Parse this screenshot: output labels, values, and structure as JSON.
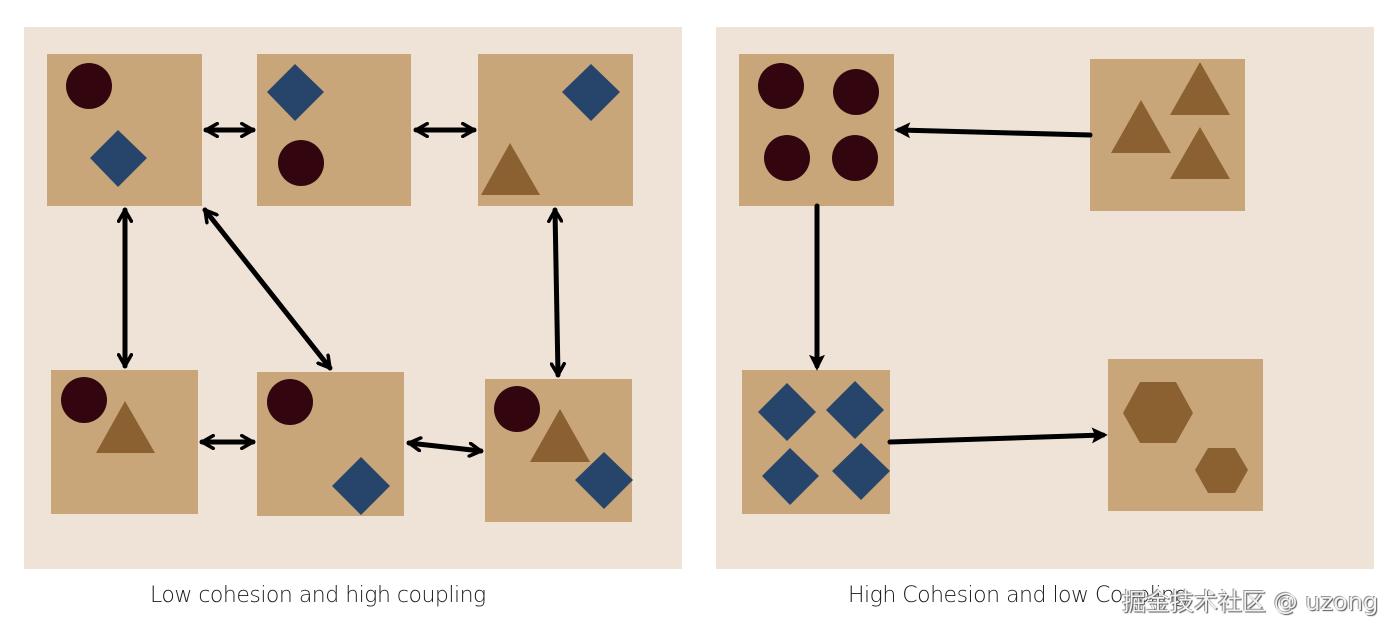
{
  "colors": {
    "background": "#ffffff",
    "panel": "#efe2d7",
    "module": "#c8a67a",
    "circle": "#33060f",
    "diamond": "#27446b",
    "triangle": "#8b6131",
    "hexagon": "#8b6131",
    "arrow": "#000000"
  },
  "panels": {
    "left": {
      "caption": "Low cohesion and high coupling",
      "modules": [
        {
          "name": "module-top-left",
          "shapes": [
            "circle",
            "diamond"
          ]
        },
        {
          "name": "module-top-middle",
          "shapes": [
            "diamond",
            "circle"
          ]
        },
        {
          "name": "module-top-right",
          "shapes": [
            "diamond",
            "triangle"
          ]
        },
        {
          "name": "module-bottom-left",
          "shapes": [
            "circle",
            "triangle"
          ]
        },
        {
          "name": "module-bottom-middle",
          "shapes": [
            "circle",
            "diamond"
          ]
        },
        {
          "name": "module-bottom-right",
          "shapes": [
            "circle",
            "triangle",
            "diamond"
          ]
        }
      ],
      "connections": [
        {
          "from": "module-top-left",
          "to": "module-top-middle",
          "direction": "bidirectional"
        },
        {
          "from": "module-top-middle",
          "to": "module-top-right",
          "direction": "bidirectional"
        },
        {
          "from": "module-top-left",
          "to": "module-bottom-left",
          "direction": "bidirectional"
        },
        {
          "from": "module-top-left",
          "to": "module-bottom-middle",
          "direction": "bidirectional"
        },
        {
          "from": "module-top-right",
          "to": "module-bottom-right",
          "direction": "bidirectional"
        },
        {
          "from": "module-bottom-left",
          "to": "module-bottom-middle",
          "direction": "bidirectional"
        },
        {
          "from": "module-bottom-middle",
          "to": "module-bottom-right",
          "direction": "bidirectional"
        }
      ]
    },
    "right": {
      "caption": "High Cohesion and low Coupling",
      "modules": [
        {
          "name": "module-circles",
          "shapes": [
            "circle",
            "circle",
            "circle",
            "circle"
          ]
        },
        {
          "name": "module-triangles",
          "shapes": [
            "triangle",
            "triangle",
            "triangle"
          ]
        },
        {
          "name": "module-diamonds",
          "shapes": [
            "diamond",
            "diamond",
            "diamond",
            "diamond"
          ]
        },
        {
          "name": "module-hexagons",
          "shapes": [
            "hexagon",
            "hexagon"
          ]
        }
      ],
      "connections": [
        {
          "from": "module-triangles",
          "to": "module-circles",
          "direction": "one-way"
        },
        {
          "from": "module-circles",
          "to": "module-diamonds",
          "direction": "one-way"
        },
        {
          "from": "module-diamonds",
          "to": "module-hexagons",
          "direction": "one-way"
        }
      ]
    }
  },
  "watermark": "掘金技术社区 @ uzong"
}
